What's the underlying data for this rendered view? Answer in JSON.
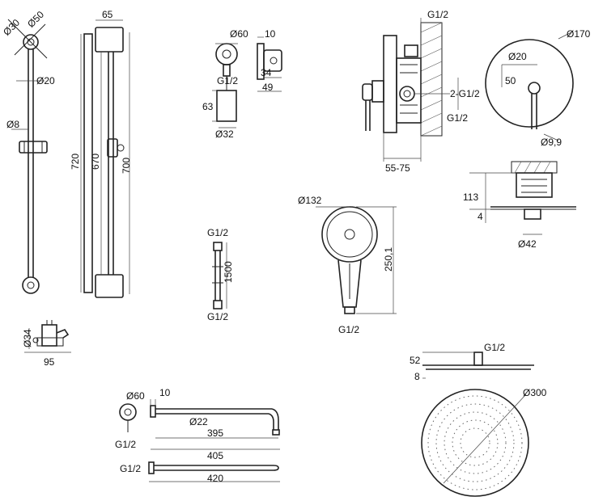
{
  "dims": {
    "rail_d30": "Ø30",
    "rail_d50": "Ø50",
    "rail_65": "65",
    "rail_d20": "Ø20",
    "rail_d8": "Ø8",
    "rail_720": "720",
    "rail_670": "670",
    "rail_700": "700",
    "holder_34": "Ø34",
    "holder_95": "95",
    "elbow_d60": "Ø60",
    "elbow_10": "10",
    "elbow_g12": "G1/2",
    "elbow_34": "34",
    "elbow_49": "49",
    "elbow_63": "63",
    "elbow_d32": "Ø32",
    "mixer_g12_top": "G1/2",
    "mixer_2g12": "2-G1/2",
    "mixer_g12_bottom": "G1/2",
    "mixer_5575": "55-75",
    "plate_d170": "Ø170",
    "plate_d20": "Ø20",
    "plate_50": "50",
    "plate_d99": "Ø9,9",
    "side_113": "113",
    "side_4": "4",
    "side_d42": "Ø42",
    "hose_g12_top": "G1/2",
    "hose_1500": "1500",
    "hose_g12_bottom": "G1/2",
    "hand_d132": "Ø132",
    "hand_2501": "250,1",
    "hand_g12": "G1/2",
    "head_g12": "G1/2",
    "head_52": "52",
    "head_8": "8",
    "head_d300": "Ø300",
    "arm_d60": "Ø60",
    "arm_10": "10",
    "arm_d22": "Ø22",
    "arm_395": "395",
    "arm_405": "405",
    "arm_g12": "G1/2",
    "arm2_g12": "G1/2",
    "arm2_420": "420"
  }
}
